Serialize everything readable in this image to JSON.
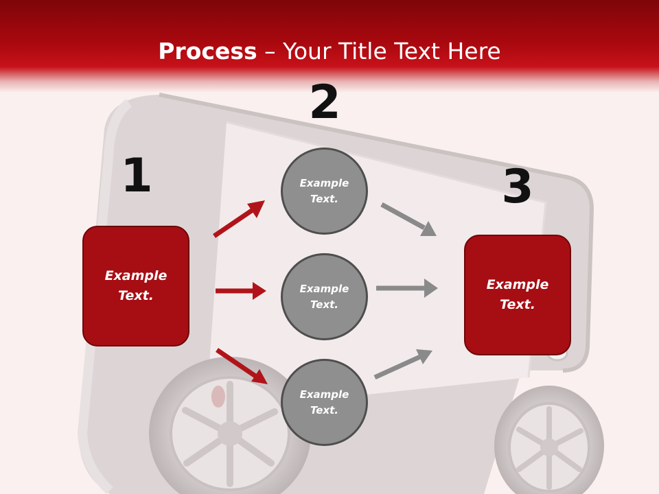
{
  "slide": {
    "title_bold": "Process",
    "title_rest": " – Your Title Text Here",
    "numbers": [
      "1",
      "2",
      "3"
    ],
    "left_box": "Example Text.",
    "right_box": "Example Text.",
    "circles": [
      "Example Text.",
      "Example Text.",
      "Example Text."
    ]
  },
  "colors": {
    "header": "#a8080e",
    "box_fill": "#a60e14",
    "red_arrow": "#b0141a",
    "circle_fill": "#8f8f8f",
    "gray_arrow": "#8a8a8a",
    "background": "#fbf0f0"
  },
  "icons": [
    "red-arrow",
    "gray-arrow",
    "phone-car-illustration"
  ]
}
